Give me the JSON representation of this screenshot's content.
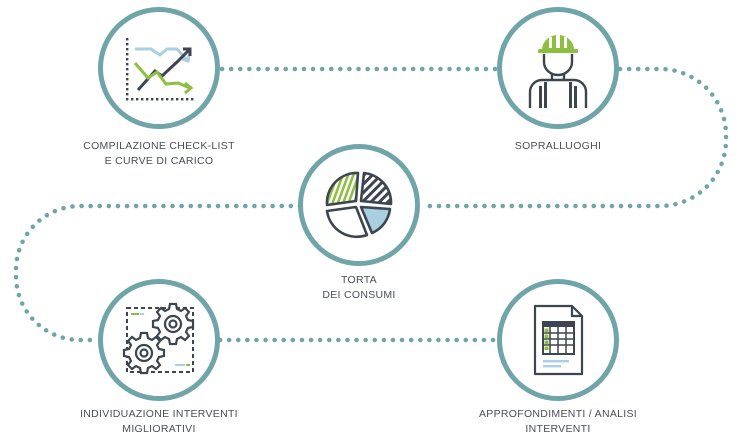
{
  "steps": [
    {
      "id": "checklist",
      "lines": [
        "COMPILAZIONE CHECK-LIST",
        "E CURVE DI CARICO"
      ],
      "icon": "line-chart-icon"
    },
    {
      "id": "sopralluoghi",
      "lines": [
        "SOPRALLUOGHI"
      ],
      "icon": "worker-icon"
    },
    {
      "id": "torta",
      "lines": [
        "TORTA",
        "DEI CONSUMI"
      ],
      "icon": "pie-chart-icon"
    },
    {
      "id": "interventi",
      "lines": [
        "INDIVIDUAZIONE INTERVENTI",
        "MIGLIORATIVI"
      ],
      "icon": "gears-icon"
    },
    {
      "id": "analisi",
      "lines": [
        "APPROFONDIMENTI / ANALISI",
        "INTERVENTI"
      ],
      "icon": "spreadsheet-icon"
    }
  ],
  "colors": {
    "ring": "#6fa5a8",
    "connector": "#6fa5a8",
    "dark": "#3d4650",
    "green": "#8cbf3f",
    "lightblue": "#a9cfe0",
    "text": "#4a4f55"
  }
}
